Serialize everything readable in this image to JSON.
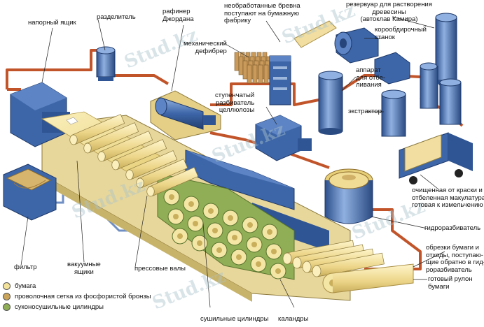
{
  "labels": {
    "headbox": "напорный ящик",
    "divider": "разделитель",
    "refiner": "рафинер\nДжордана",
    "mech_defiber": "механический\nдефибрер",
    "raw_logs": "необработанные бревна\nпоступают на бумажную\nфабрику",
    "reservoir": "резервуар для растворения\nдревесины\n(автоклав Камира)",
    "debarker": "корообдирочный\nстанок",
    "stepped_breaker": "ступенчатый\nразбиватель\nцеллюлозы",
    "bleach": "аппарат\nдля отбе-\nливания",
    "extractor": "экстрактор",
    "deinked": "очищенная от краски и\nотбеленная макулатура,\nготовая к измельчению",
    "hydrapulper": "гидроразбиватель",
    "scraps": "обрезки бумаги и\nотходы, поступаю-\nщие обратно в гид-\nроразбиватель",
    "roll": "готовый рулон\nбумаги",
    "calenders": "каландры",
    "dryers": "сушильные цилиндры",
    "press": "прессовые валы",
    "vacuum": "вакуумные\nящики",
    "filter": "фильтр"
  },
  "legend": [
    {
      "text": "бумага",
      "color": "#f3e39a"
    },
    {
      "text": "проволочная сетка из фосфористой бронзы",
      "color": "#c9a45a"
    },
    {
      "text": "суконосушильные цилиндры",
      "color": "#8fae55"
    }
  ],
  "watermark": "Stud.kz",
  "colors": {
    "machine_blue": "#3d66a8",
    "machine_dark": "#26457a",
    "paper": "#f3e39a",
    "pipe": "#c2542a",
    "felt": "#7f9b4a",
    "base": "#e8d79a"
  }
}
